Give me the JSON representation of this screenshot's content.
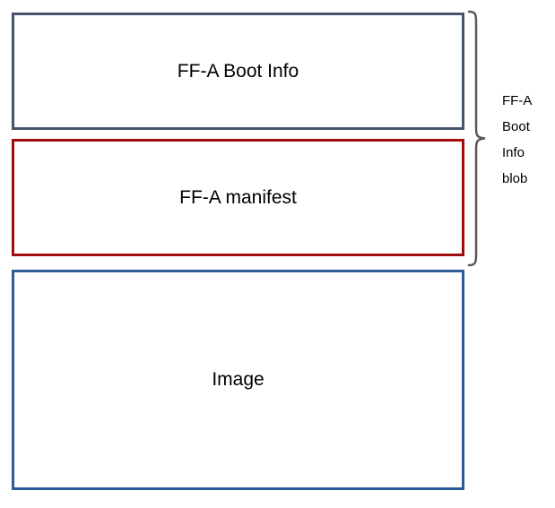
{
  "diagram": {
    "boxes": {
      "boot_info": {
        "label": "FF-A Boot Info"
      },
      "manifest": {
        "label": "FF-A manifest"
      },
      "image": {
        "label": "Image"
      }
    },
    "brace": {
      "label": "FF-A\nBoot\nInfo\nblob"
    },
    "colors": {
      "boot_info_border": "#44546A",
      "manifest_border": "#A00B0B",
      "image_border": "#2E5B97",
      "brace_stroke": "#595959"
    }
  }
}
